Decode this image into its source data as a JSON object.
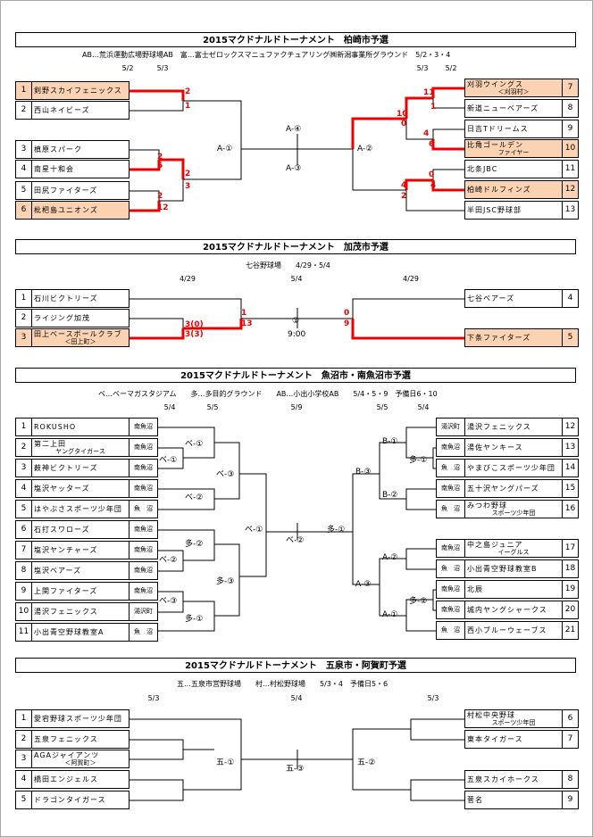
{
  "s1": {
    "title": "2015マクドナルドトーナメント　柏崎市予選",
    "sub": "AB…荒浜運動広場野球場AB　富…富士ゼロックスマニュファクチュアリング㈱新潟事業所グラウンド　5/2・3・4",
    "dates_l": [
      "5/2",
      "5/3"
    ],
    "dates_r": [
      "5/3",
      "5/2"
    ],
    "teams_l": [
      {
        "n": "1",
        "a": "剣野スカイフェニックス",
        "hl": true
      },
      {
        "n": "2",
        "a": "西山ネイビーズ"
      },
      {
        "n": "3",
        "a": "槙原スパーク"
      },
      {
        "n": "4",
        "a": "南星十和会"
      },
      {
        "n": "5",
        "a": "田尻ファイターズ"
      },
      {
        "n": "6",
        "a": "枇杷島ユニオンズ",
        "hl": true
      }
    ],
    "teams_r": [
      {
        "n": "7",
        "a": "刈羽ウイングス",
        "b": "＜刈羽村＞",
        "hl": true
      },
      {
        "n": "8",
        "a": "新道ニューベアーズ"
      },
      {
        "n": "9",
        "a": "日吉Tドリームス"
      },
      {
        "n": "10",
        "a": "比角ゴールデン",
        "b": "ファイヤー",
        "hl": true
      },
      {
        "n": "11",
        "a": "北条JBC"
      },
      {
        "n": "12",
        "a": "柏崎ドルフィンズ",
        "hl": true
      },
      {
        "n": "13",
        "a": "半田JSC野球部"
      }
    ],
    "labels": {
      "a1": "A-①",
      "a2": "A-②",
      "a3": "A-③",
      "a4": "A-④"
    },
    "scores": [
      "2",
      "1",
      "2",
      "5",
      "2",
      "3",
      "2",
      "12",
      "11",
      "1",
      "10",
      "0",
      "4",
      "6",
      "0",
      "4",
      "4",
      "2"
    ]
  },
  "s2": {
    "title": "2015マクドナルドトーナメント　加茂市予選",
    "sub": "七谷野球場　　4/29・5/4",
    "dates": [
      "4/29",
      "5/4",
      "4/29"
    ],
    "teams_l": [
      {
        "n": "1",
        "a": "石川ビクトリーズ"
      },
      {
        "n": "2",
        "a": "ライジング加茂"
      },
      {
        "n": "3",
        "a": "田上ベースボールクラブ",
        "b": "＜田上町＞",
        "hl": true
      }
    ],
    "teams_r": [
      {
        "n": "4",
        "a": "七谷ベアーズ"
      },
      {
        "n": "5",
        "a": "下条ファイターズ",
        "hl": true
      }
    ],
    "center": "①",
    "time": "9:00",
    "scores": [
      "3(0)",
      "3(3)",
      "1",
      "13",
      "0",
      "9"
    ]
  },
  "s3": {
    "title": "2015マクドナルドトーナメント　魚沼市・南魚沼市予選",
    "sub": "ベ…ベーマガスタジアム　　多…多目的グラウンド　　AB…小出小学校AB　　5/4・5・9　予備日6・10",
    "dates": [
      "5/4",
      "5/5",
      "5/9",
      "5/5",
      "5/4"
    ],
    "teams_l": [
      {
        "n": "1",
        "a": "ROKUSHO",
        "v": "南魚沼"
      },
      {
        "n": "2",
        "a": "第二上田",
        "b": "ヤングタイガース",
        "v": "南魚沼"
      },
      {
        "n": "3",
        "a": "薮神ビクトリーズ",
        "v": "南魚沼"
      },
      {
        "n": "4",
        "a": "塩沢ヤッターズ",
        "v": "南魚沼"
      },
      {
        "n": "5",
        "a": "はやぶさスポーツ少年団",
        "v": "魚　沼"
      },
      {
        "n": "6",
        "a": "石打スワローズ",
        "v": "南魚沼"
      },
      {
        "n": "7",
        "a": "塩沢ヤンチャーズ",
        "v": "南魚沼"
      },
      {
        "n": "8",
        "a": "塩沢ベアーズ",
        "v": "南魚沼"
      },
      {
        "n": "9",
        "a": "上関ファイターズ",
        "v": "南魚沼"
      },
      {
        "n": "10",
        "a": "湯沢フェニックス",
        "v": "湯沢町"
      },
      {
        "n": "11",
        "a": "小出青空野球教室A",
        "v": "魚　沼"
      }
    ],
    "teams_r": [
      {
        "n": "12",
        "a": "湯沢フェニックス",
        "v": "湯沢町"
      },
      {
        "n": "13",
        "a": "湯佐ヤンキース",
        "v": "南魚沼"
      },
      {
        "n": "14",
        "a": "やまびこスポーツ少年団",
        "v": "魚　沼"
      },
      {
        "n": "15",
        "a": "五十沢ヤングパーズ",
        "v": "南魚沼"
      },
      {
        "n": "16",
        "a": "みつわ野球",
        "b": "スポーツ少年団",
        "v": "魚　沼"
      },
      {
        "n": "17",
        "a": "中之島ジュニア",
        "b": "イーグルス",
        "v": "南魚沼"
      },
      {
        "n": "18",
        "a": "小出青空野球教室B",
        "v": "魚　沼"
      },
      {
        "n": "19",
        "a": "北辰",
        "v": "南魚沼"
      },
      {
        "n": "20",
        "a": "城内ヤングシャークス",
        "v": "南魚沼"
      },
      {
        "n": "21",
        "a": "西小ブルーウェーブス",
        "v": "魚　沼"
      }
    ],
    "labels": {
      "b1": "ベ-①",
      "b1b": "ベ-①",
      "b2": "ベ-②",
      "b3": "ベ-③",
      "b2c": "ベ-②",
      "b3b": "ベ-③",
      "t2": "多-②",
      "t2b": "ベ-②",
      "t3": "多-③",
      "t1": "多-①",
      "bc": "ベ-①",
      "tc": "多-①",
      "r1": "B-①",
      "r2": "多-①",
      "r3": "B-③",
      "r4": "B-②",
      "r5": "A-②",
      "r6": "A-③",
      "r7": "多-②",
      "r8": "A-①"
    }
  },
  "s4": {
    "title": "2015マクドナルドトーナメント　五泉市・阿賀町予選",
    "sub": "五…五泉市営野球場　　村…村松野球場　　5/3・4　予備日5・6",
    "dates": [
      "5/3",
      "5/4",
      "5/3"
    ],
    "teams_l": [
      {
        "n": "1",
        "a": "愛宕野球スポーツ少年団"
      },
      {
        "n": "2",
        "a": "五泉フェニックス"
      },
      {
        "n": "3",
        "a": "AGAジャイアンツ",
        "b": "＜阿賀町＞"
      },
      {
        "n": "4",
        "a": "橋田エンジェルス"
      },
      {
        "n": "5",
        "a": "ドラゴンタイガース"
      }
    ],
    "teams_r": [
      {
        "n": "6",
        "a": "村松中央野球",
        "b": "スポーツ少年団"
      },
      {
        "n": "7",
        "a": "東本タイガース"
      },
      {
        "n": "8",
        "a": "五泉スカイホークス"
      },
      {
        "n": "9",
        "a": "菅名"
      }
    ],
    "labels": {
      "l": "五-①",
      "c": "五-③",
      "r": "五-②"
    }
  }
}
